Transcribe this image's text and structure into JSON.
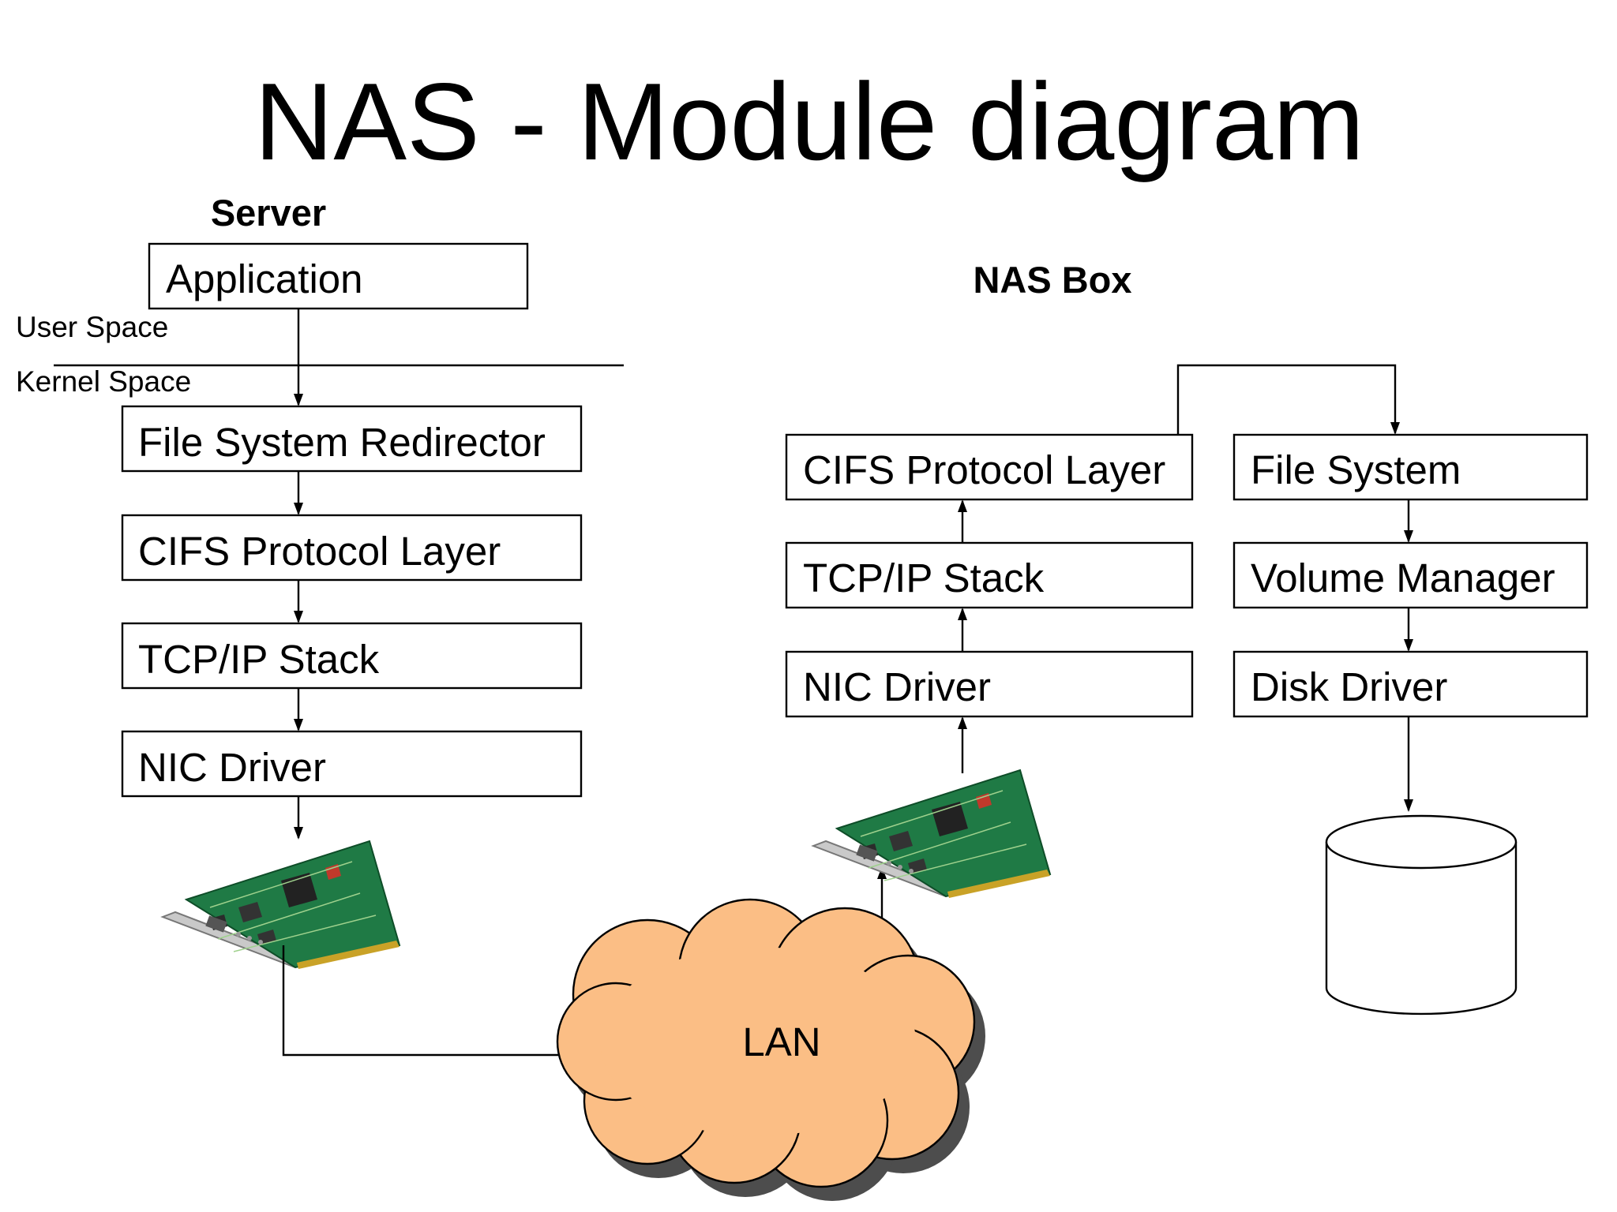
{
  "title": "NAS - Module diagram",
  "server": {
    "heading": "Server",
    "application": "Application",
    "user_space": "User Space",
    "kernel_space": "Kernel Space",
    "fs_redirector": "File System Redirector",
    "cifs": "CIFS Protocol Layer",
    "tcpip": "TCP/IP Stack",
    "nic": "NIC Driver"
  },
  "nas_box": {
    "heading": "NAS Box",
    "cifs": "CIFS Protocol Layer",
    "tcpip": "TCP/IP Stack",
    "nic": "NIC Driver",
    "file_system": "File System",
    "volume_manager": "Volume Manager",
    "disk_driver": "Disk Driver"
  },
  "network": {
    "lan": "LAN"
  },
  "colors": {
    "cloud_fill": "#fbbe85",
    "cloud_shadow": "#4d4d4d",
    "pcb_green": "#1f7a45"
  }
}
